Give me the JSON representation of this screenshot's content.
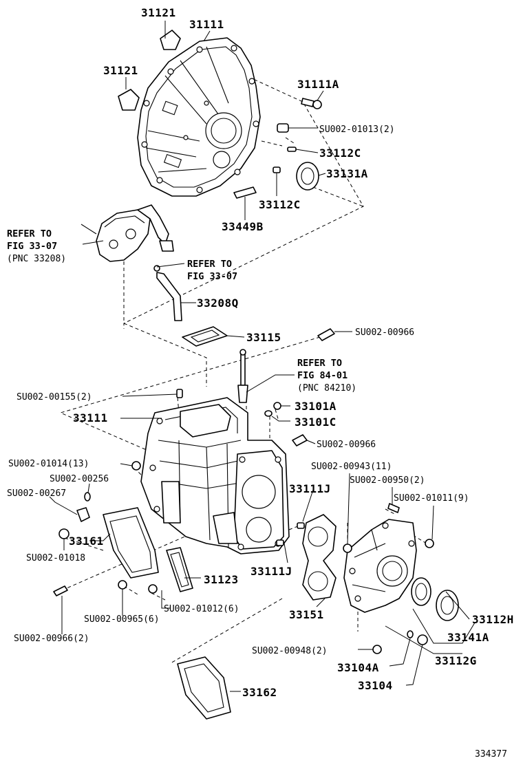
{
  "labels": {
    "l31121a": "31121",
    "l31111top": "31111",
    "l31121b": "31121",
    "l31111A": "31111A",
    "lsu01013": "SU002-01013(2)",
    "l33112Ca": "33112C",
    "l33131A": "33131A",
    "l33112Cb": "33112C",
    "l33449B": "33449B",
    "ref1_l1": "REFER TO",
    "ref1_l2": "FIG 33-07",
    "ref1_l3": "(PNC 33208)",
    "ref2_l1": "REFER TO",
    "ref2_l2": "FIG 33-07",
    "l33208Q": "33208Q",
    "l33115": "33115",
    "lsu00966a": "SU002-00966",
    "ref3_l1": "REFER TO",
    "ref3_l2": "FIG 84-01",
    "ref3_l3": "(PNC 84210)",
    "lsu00155": "SU002-00155(2)",
    "l33101A": "33101A",
    "l33111mid": "33111",
    "l33101C": "33101C",
    "lsu00966b": "SU002-00966",
    "lsu01014": "SU002-01014(13)",
    "lsu00943": "SU002-00943(11)",
    "lsu00256": "SU002-00256",
    "lsu00950": "SU002-00950(2)",
    "lsu00267": "SU002-00267",
    "l33111Ja": "33111J",
    "lsu01011": "SU002-01011(9)",
    "l33161": "33161",
    "lsu01018": "SU002-01018",
    "l33111Jb": "33111J",
    "l31123": "31123",
    "l33112H": "33112H",
    "lsu01012": "SU002-01012(6)",
    "l33151": "33151",
    "lsu00965": "SU002-00965(6)",
    "l33141A": "33141A",
    "lsu00966c": "SU002-00966(2)",
    "lsu00948": "SU002-00948(2)",
    "l33112G": "33112G",
    "l33104A": "33104A",
    "l33104": "33104",
    "l33162": "33162",
    "figno": "334377"
  }
}
